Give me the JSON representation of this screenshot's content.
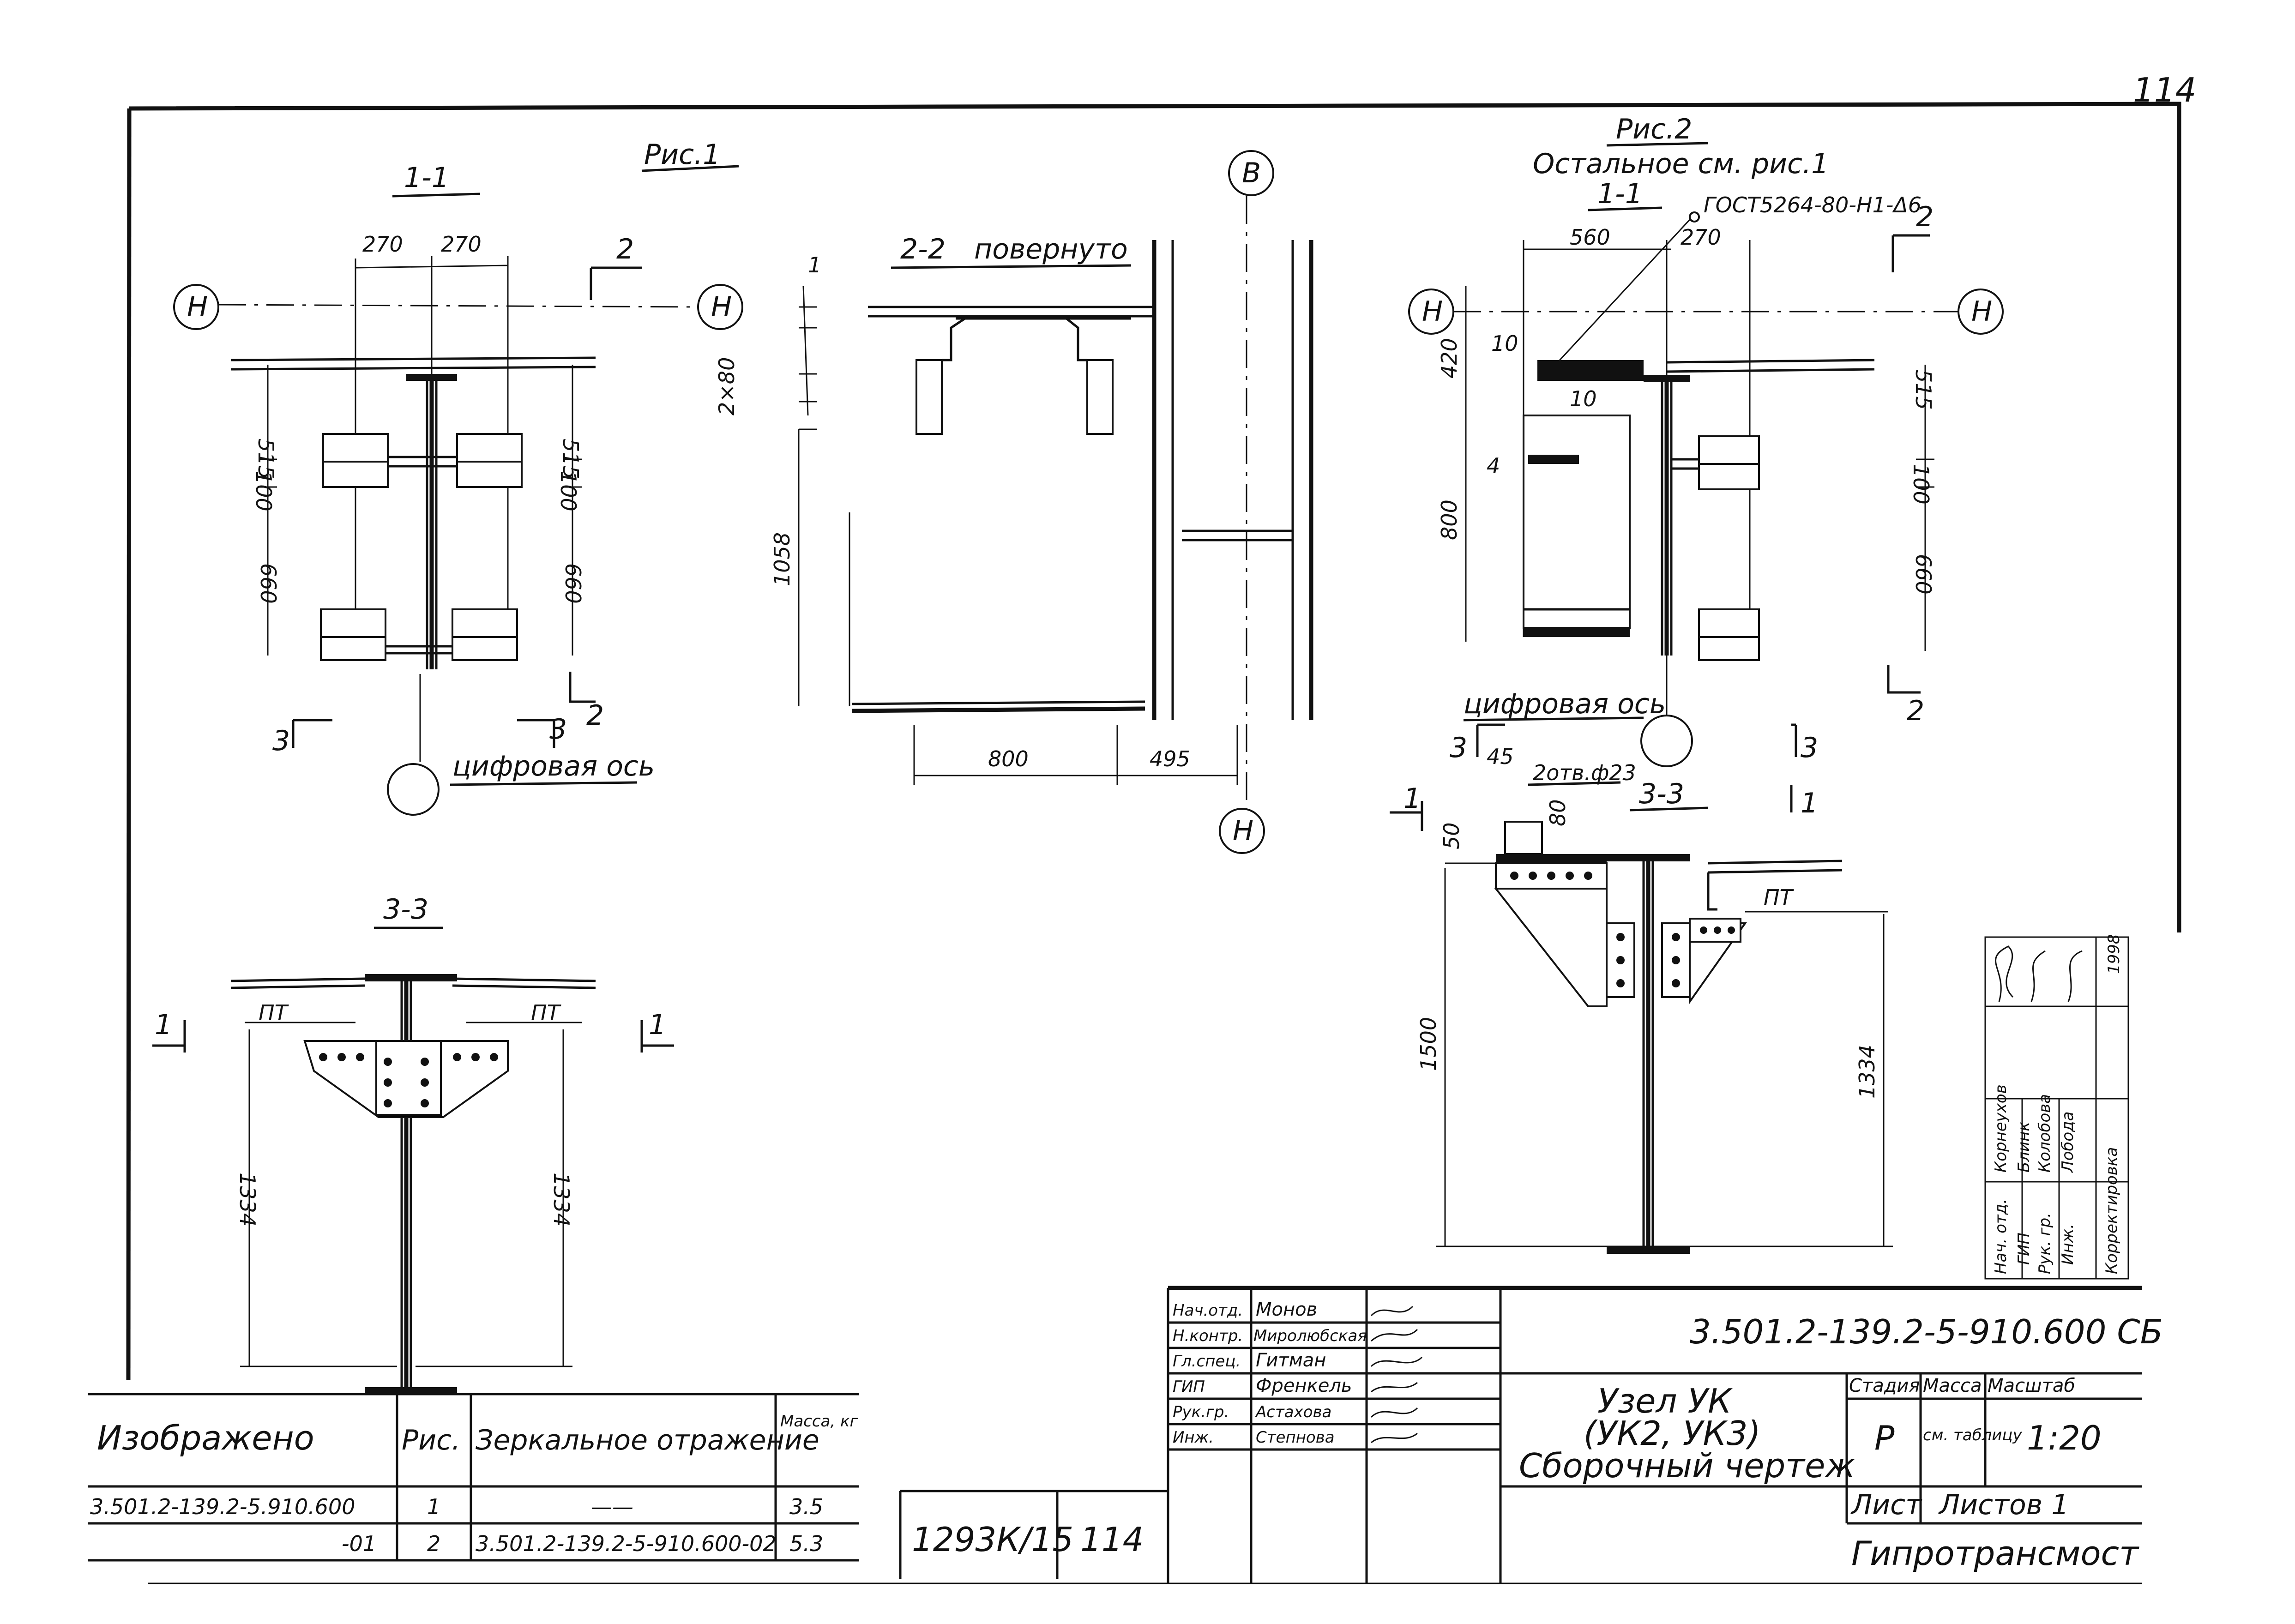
{
  "page_number": "114",
  "fig1": {
    "title": "Рис.1",
    "sec11": "1-1",
    "dim_270a": "270",
    "dim_270b": "270",
    "axis_h": "Н",
    "cut2": "2",
    "dim_515": "515",
    "dim_100": "100",
    "dim_660": "660",
    "cut3": "3",
    "digital_axis": "цифровая ось",
    "sec22": "2-2",
    "sec22_note": "повернуто",
    "axis_v": "В",
    "dim_1": "1",
    "dim_2x80": "2×80",
    "dim_1058": "1058",
    "dim_800": "800",
    "dim_495": "495",
    "sec33": "3-3",
    "pt": "ПТ",
    "dim_1334": "1334"
  },
  "fig2": {
    "title": "Рис.2",
    "note": "Остальное см. рис.1",
    "sec11": "1-1",
    "weld": "ГОСТ5264-80-Н1-Δ6",
    "dim_560": "560",
    "dim_270": "270",
    "dim_420": "420",
    "dim_10a": "10",
    "dim_10b": "10",
    "dim_4": "4",
    "dim_800": "800",
    "dim_515": "515",
    "dim_100": "100",
    "dim_660": "660",
    "digital_axis": "цифровая ось",
    "dim_45": "45",
    "holes": "2отв.ф23",
    "dim_80": "80",
    "dim_50": "50",
    "sec33": "3-3",
    "pt": "ПТ",
    "dim_1500": "1500",
    "dim_1334": "1334"
  },
  "spec_table": {
    "headers": [
      "Изображено",
      "Рис.",
      "Зеркальное отражение",
      "Масса, кг"
    ],
    "rows": [
      [
        "3.501.2-139.2-5.910.600",
        "1",
        "——",
        "3.5"
      ],
      [
        "-01",
        "2",
        "3.501.2-139.2-5-910.600-02",
        "5.3"
      ]
    ]
  },
  "stamp_small": {
    "album": "1293К/15",
    "sheet": "114"
  },
  "title_block": {
    "roles": [
      {
        "role": "Нач.отд.",
        "name": "Монов"
      },
      {
        "role": "Н.контр.",
        "name": "Миролюбская"
      },
      {
        "role": "Гл.спец.",
        "name": "Гитман"
      },
      {
        "role": "ГИП",
        "name": "Френкель"
      },
      {
        "role": "Рук.гр.",
        "name": "Астахова"
      },
      {
        "role": "Инж.",
        "name": "Степнова"
      }
    ],
    "doc_code": "3.501.2-139.2-5-910.600 СБ",
    "title_lines": [
      "Узел УК",
      "(УК2, УК3)",
      "Сборочный чертеж"
    ],
    "stage_h": "Стадия",
    "mass_h": "Масса",
    "scale_h": "Масштаб",
    "stage": "Р",
    "mass": "см. таблицу",
    "scale": "1:20",
    "sheet_h": "Лист",
    "sheets_h": "Листов 1",
    "org": "Гипротрансмост"
  },
  "side_stamp": {
    "rows": [
      {
        "role": "Нач. отд.",
        "name": "Корнеухов"
      },
      {
        "role": "ГИП",
        "name": "Блинк"
      },
      {
        "role": "Рук. гр.",
        "name": "Колобова"
      },
      {
        "role": "Инж.",
        "name": "Лобода"
      }
    ],
    "label": "Корректировка",
    "year": "1998"
  }
}
